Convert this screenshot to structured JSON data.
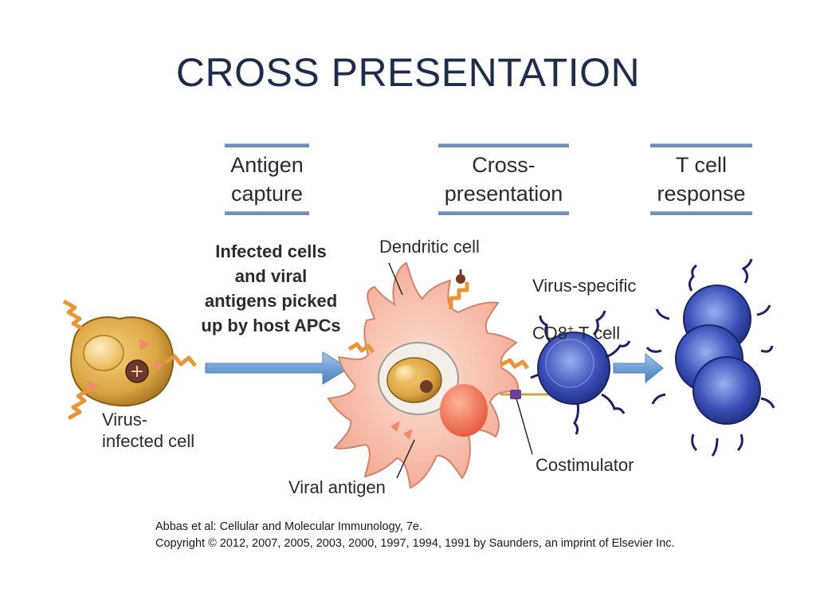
{
  "title": "CROSS PRESENTATION",
  "stages": {
    "antigen_capture": "Antigen\ncapture",
    "cross_presentation": "Cross-\npresentation",
    "t_cell_response": "T cell\nresponse"
  },
  "labels": {
    "process_text": "Infected cells\nand viral\nantigens picked\nup by host APCs",
    "dendritic_cell": "Dendritic cell",
    "virus_specific": "Virus-specific",
    "cd8_prefix": "CD8",
    "cd8_sup": "+",
    "cd8_suffix": " T cell",
    "infected_cell": "Virus-\ninfected cell",
    "costimulator": "Costimulator",
    "viral_antigen": "Viral antigen"
  },
  "citation": {
    "line1": "Abbas et al: Cellular and Molecular Immunology, 7e.",
    "line2": "Copyright © 2012, 2007, 2005, 2003, 2000, 1997, 1994, 1991 by Saunders, an imprint of Elsevier Inc."
  },
  "colors": {
    "title": "#1f2d4d",
    "stage_bar": "#6f8fb8",
    "arrow": "#6fa0d6",
    "infected_cell": "#d9a441",
    "dendritic_cell": "#f7c2b0",
    "t_cell": "#2f3f9a",
    "mhc": "#e8963a"
  }
}
